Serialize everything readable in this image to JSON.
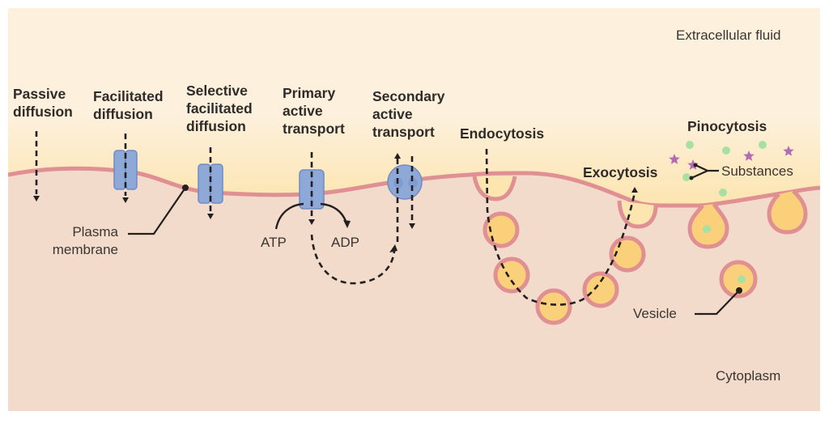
{
  "title": "Membrane transport mechanisms",
  "colors": {
    "extracellular_top": "#fdf0dc",
    "extracellular_bottom": "#fde5b0",
    "cytoplasm": "#f3dbcc",
    "membrane": "#e08f92",
    "vesicle_fill": "#fbd07a",
    "protein_fill": "#8ea9d8",
    "protein_stroke": "#6f8cc4",
    "substance_dot": "#a7e0a0",
    "substance_star": "#b36bb3",
    "arrow": "#231f1e"
  },
  "regions": {
    "extracellular": "Extracellular fluid",
    "cytoplasm": "Cytoplasm"
  },
  "processes": [
    {
      "id": "passive",
      "label": "Passive\ndiffusion"
    },
    {
      "id": "facilitated",
      "label": "Facilitated\ndiffusion"
    },
    {
      "id": "selective",
      "label": "Selective\nfacilitated\ndiffusion"
    },
    {
      "id": "primary",
      "label": "Primary\nactive\ntransport"
    },
    {
      "id": "secondary",
      "label": "Secondary\nactive\ntransport"
    },
    {
      "id": "endocytosis",
      "label": "Endocytosis"
    },
    {
      "id": "exocytosis",
      "label": "Exocytosis"
    },
    {
      "id": "pinocytosis",
      "label": "Pinocytosis"
    }
  ],
  "annotations": {
    "plasma_membrane": "Plasma\nmembrane",
    "atp": "ATP",
    "adp": "ADP",
    "substances": "Substances",
    "vesicle": "Vesicle"
  }
}
